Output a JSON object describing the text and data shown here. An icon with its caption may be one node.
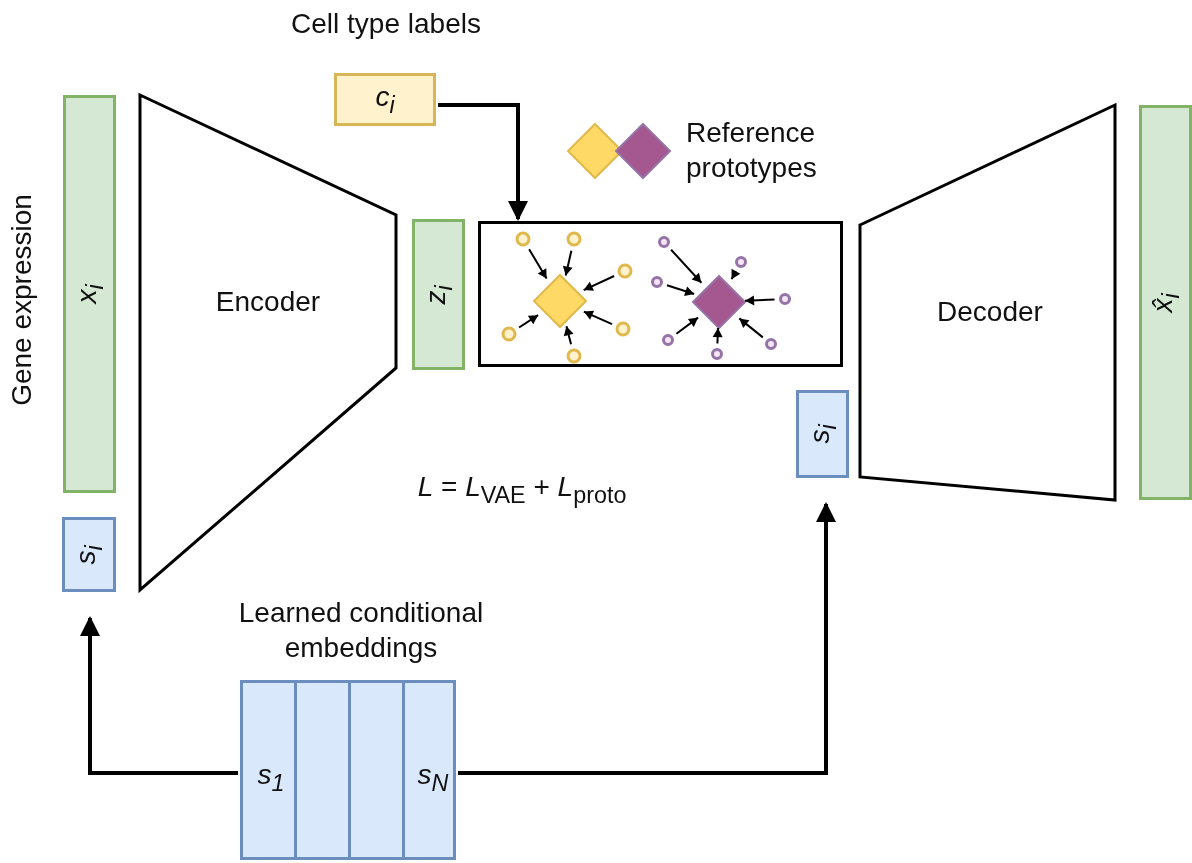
{
  "diagram": {
    "nodes": [
      {
        "text": [
          "x$_{i}$"
        ],
        "beside": [
          "Gene expression"
        ]
      },
      {
        "text": [
          "s$_{i}$"
        ]
      },
      {
        "text": [
          "Encoder"
        ]
      },
      {
        "text": [
          "z$_{i}$"
        ]
      },
      {
        "text": [
          "c$_{i}$"
        ],
        "beside": [
          "Cell type labels"
        ]
      },
      {
        "text": [],
        "shape": "box"
      },
      {
        "text": [
          "Decoder"
        ]
      },
      {
        "text": [
          "s$_{i}$"
        ]
      },
      {
        "text": [
          "x̂$_{i}$"
        ]
      },
      {
        "text": [
          "s$_{1}$",
          "s$_{N}$"
        ],
        "beside": [
          "Learned conditional embeddings"
        ]
      }
    ],
    "edges": [
      {
        "from": 4,
        "to": 5,
        "arrow": "to"
      },
      {
        "from": 9,
        "to": 1,
        "arrow": "to"
      },
      {
        "from": 9,
        "to": 7,
        "arrow": "to"
      }
    ],
    "labels": [
      "*L* = *L*$_{VAE}$ + *L*$_{proto}$"
    ],
    "legend": [
      {
        "text": "Reference prototypes"
      }
    ]
  }
}
